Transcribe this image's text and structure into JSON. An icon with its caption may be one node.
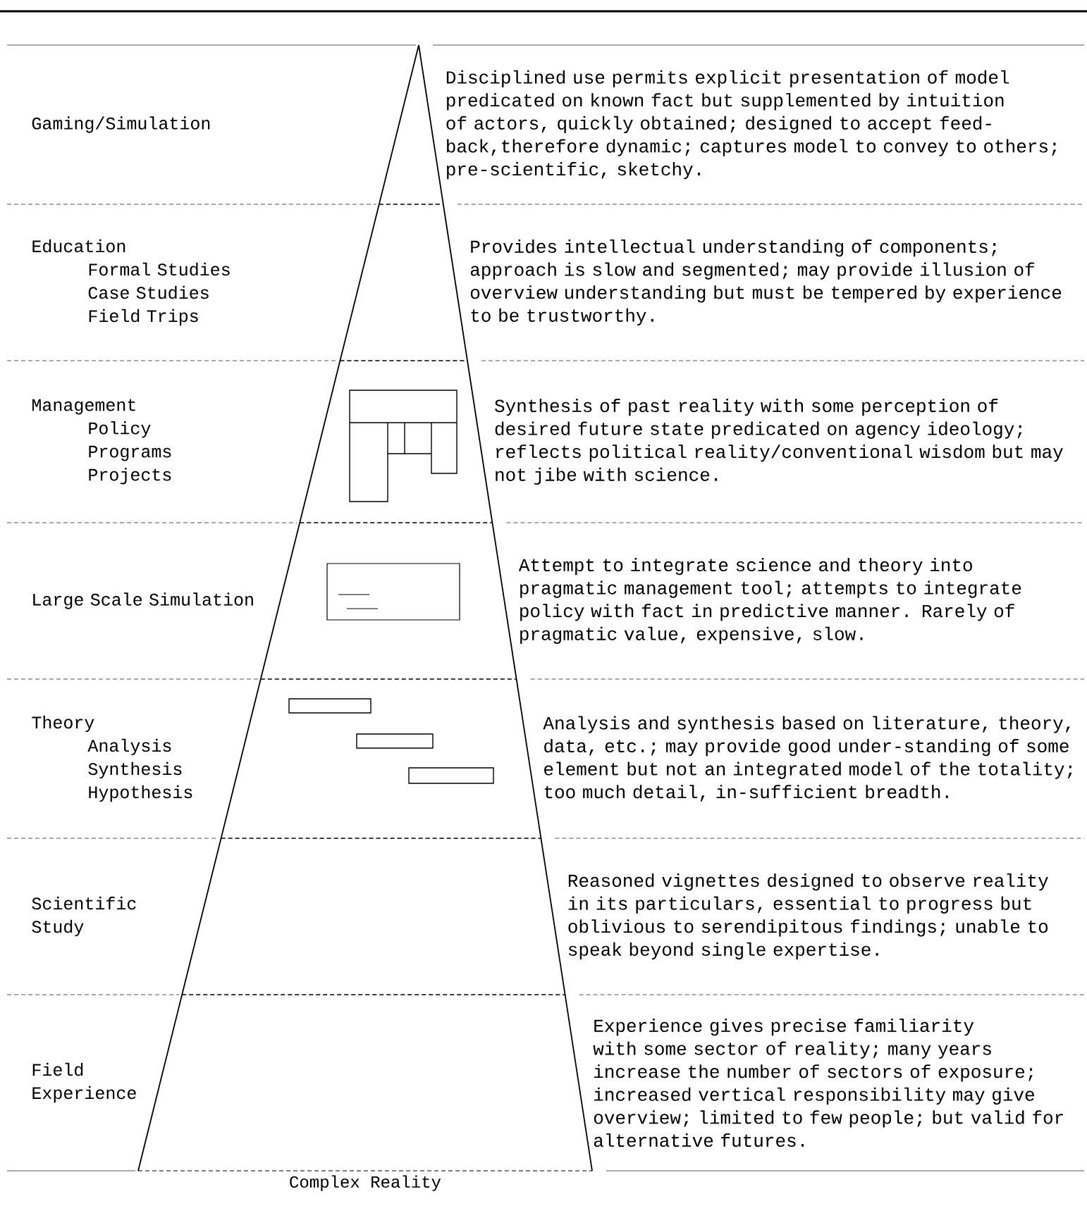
{
  "diagram": {
    "nodes": [
      {
        "text": [
          "Gaming/Simulation"
        ]
      },
      {
        "text": [
          "Education",
          "Formal Studies",
          "Case Studies",
          "Field Trips"
        ]
      },
      {
        "text": [
          "Management",
          "Policy",
          "Programs",
          "Projects"
        ]
      },
      {
        "text": [
          "Large Scale Simulation"
        ]
      },
      {
        "text": [
          "Theory",
          "Analysis",
          "Synthesis",
          "Hypothesis"
        ]
      },
      {
        "text": [
          "Scientific Study"
        ]
      },
      {
        "text": [
          "Field Experience"
        ]
      }
    ],
    "labels": [
      "Disciplined use permits explicit presentation of model predicated on known fact but supplemented by intuition of actors, quickly obtained; designed to accept feed-back,therefore dynamic; captures model to convey to others; pre-scientific, sketchy.",
      "Provides intellectual understanding of components; approach is slow and segmented; may provide illusion of overview understanding but must be tempered by experience to be trustworthy.",
      "Synthesis of past reality with some perception of desired future state predicated on agency ideology; reflects political reality/conventional wisdom but may not jibe with science.",
      "Attempt to integrate science and theory into pragmatic management tool; attempts to integrate policy with fact in predictive manner. Rarely of pragmatic value, expensive, slow.",
      "Analysis and synthesis based on literature, theory, data, etc.; may provide good under-standing of some element but not an integrated model of the totality; too much detail, in-sufficient breadth.",
      "Reasoned vignettes designed to observe reality in its particulars, essential to progress but oblivious to serendipitous findings; unable to speak beyond single expertise.",
      "Experience gives precise familiarity with some sector of reality; many years increase the number of sectors of exposure; increased vertical responsibility may give overview; limited to few people; but valid for alternative futures.",
      "Complex Reality"
    ]
  }
}
